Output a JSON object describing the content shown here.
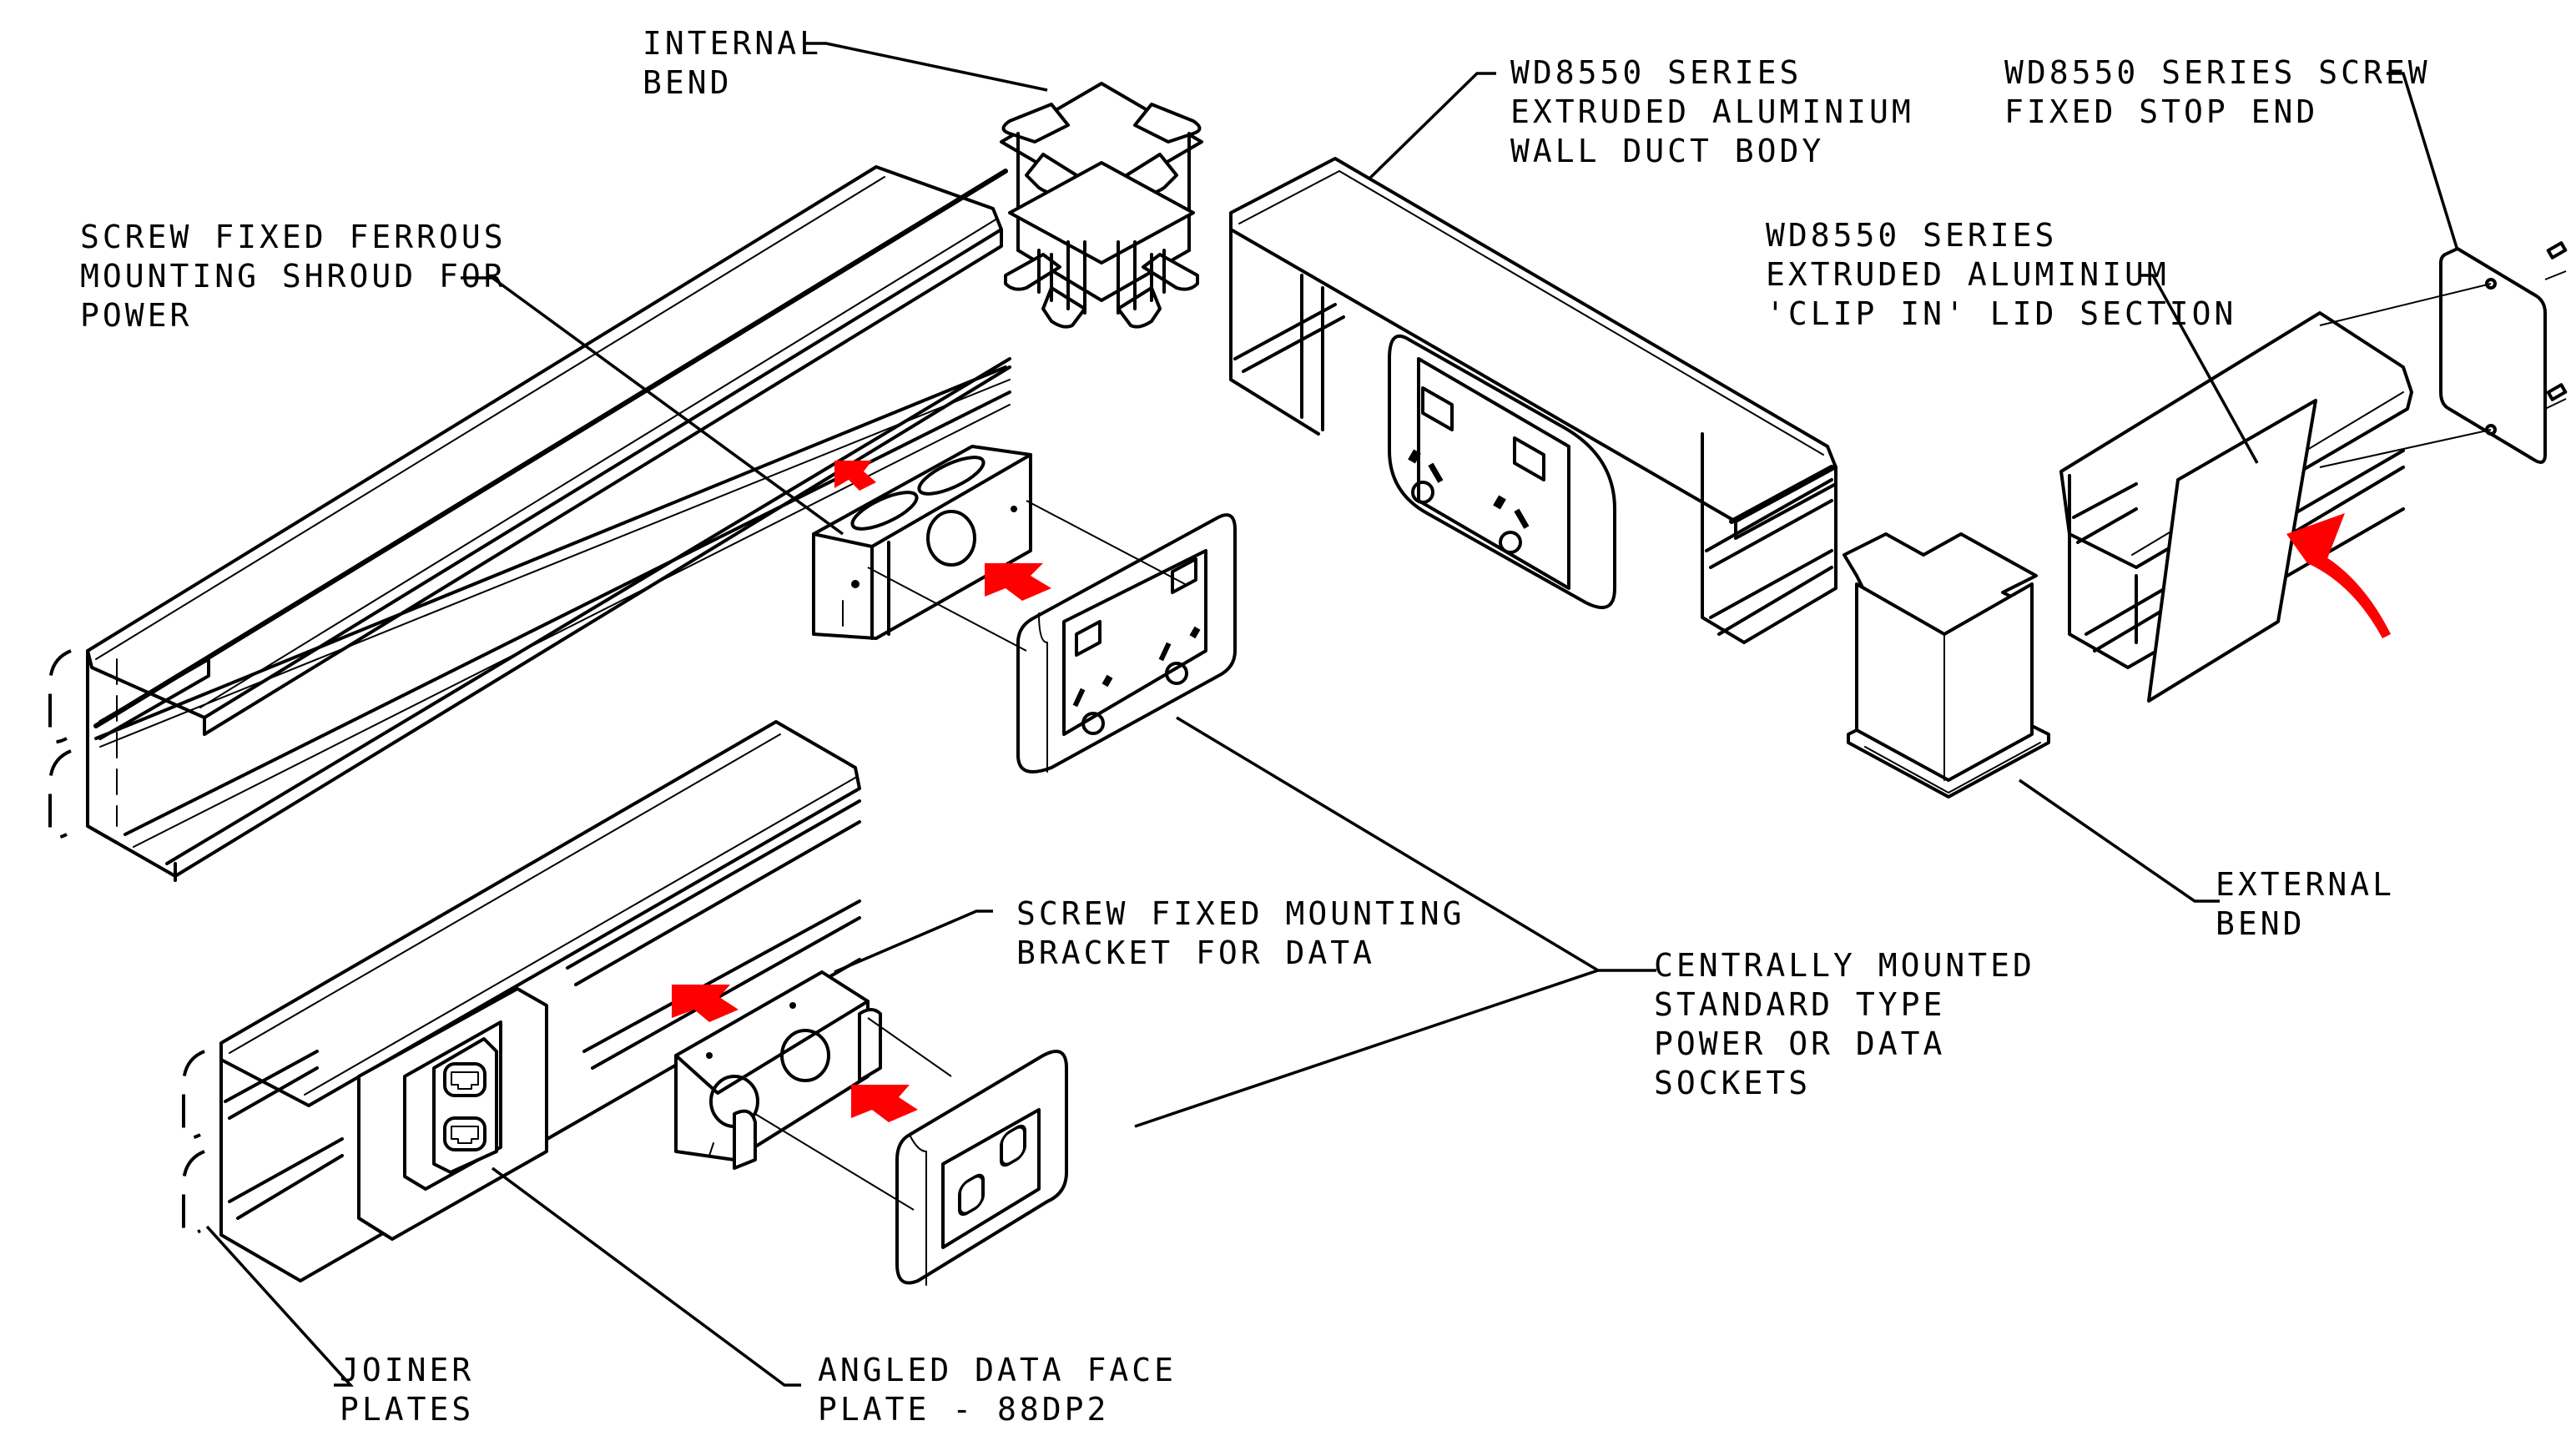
{
  "drawing": {
    "subject": "WD8550 series wall duct exploded assembly",
    "accent_color": "#ff0000",
    "line_color": "#000000",
    "background": "#ffffff"
  },
  "labels": {
    "internal_bend": [
      "INTERNAL",
      "BEND"
    ],
    "duct_body": [
      "WD8550 SERIES",
      "EXTRUDED ALUMINIUM",
      "WALL DUCT BODY"
    ],
    "stop_end": [
      "WD8550 SERIES SCREW",
      "FIXED STOP END"
    ],
    "lid_section": [
      "WD8550 SERIES",
      "EXTRUDED ALUMINIUM",
      "'CLIP IN' LID SECTION"
    ],
    "power_shroud": [
      "SCREW FIXED FERROUS",
      "MOUNTING SHROUD FOR",
      "POWER"
    ],
    "data_bracket": [
      "SCREW FIXED MOUNTING",
      "BRACKET FOR DATA"
    ],
    "sockets": [
      "CENTRALLY MOUNTED",
      "STANDARD TYPE",
      "POWER OR DATA",
      "SOCKETS"
    ],
    "external_bend": [
      "EXTERNAL",
      "BEND"
    ],
    "joiner_plates": [
      "JOINER",
      "PLATES"
    ],
    "angled_face_plate": [
      "ANGLED DATA FACE",
      "PLATE - 88DP2"
    ]
  },
  "components": [
    {
      "id": "duct-upper-left",
      "name": "Wall duct body (power run)"
    },
    {
      "id": "duct-lower-left",
      "name": "Wall duct body (data run)"
    },
    {
      "id": "duct-center",
      "name": "Wall duct body with fitted power outlet"
    },
    {
      "id": "duct-right",
      "name": "Wall duct body with clip-in lid"
    },
    {
      "id": "internal-bend",
      "name": "Internal bend"
    },
    {
      "id": "external-bend",
      "name": "External bend"
    },
    {
      "id": "stop-end",
      "name": "Screw fixed stop end"
    },
    {
      "id": "power-shroud",
      "name": "Power mounting shroud"
    },
    {
      "id": "power-outlet",
      "name": "Double power outlet"
    },
    {
      "id": "data-bracket",
      "name": "Data mounting bracket"
    },
    {
      "id": "data-plate",
      "name": "Data face plate (2 ports)"
    },
    {
      "id": "angled-data-plate",
      "name": "Angled data face plate 88DP2"
    }
  ],
  "annotations": {
    "assembly_arrows": 4,
    "rotation_arrows": 1
  }
}
